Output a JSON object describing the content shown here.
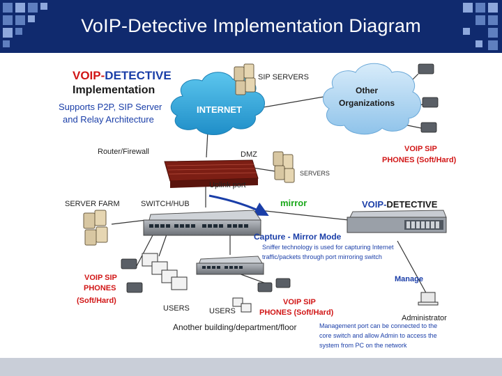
{
  "slide": {
    "title": "VoIP-Detective Implementation Diagram"
  },
  "diagram": {
    "product_title_a": "VOIP-",
    "product_title_b": "DETECTIVE",
    "product_subtitle": "Implementation",
    "supports_line1": "Supports  P2P, SIP Server",
    "supports_line2": "and Relay Architecture",
    "sip_servers": "SIP SERVERS",
    "internet": "INTERNET",
    "other_org_line1": "Other",
    "other_org_line2": "Organizations",
    "router_firewall": "Router/Firewall",
    "dmz": "DMZ",
    "servers": "SERVERS",
    "uplink_port": "Uplink port",
    "voip_sip_phones_right_line1": "VOIP SIP",
    "voip_sip_phones_right_line2": "PHONES (Soft/Hard)",
    "server_farm": "SERVER FARM",
    "switch_hub": "SWITCH/HUB",
    "mirror": "mirror",
    "voip_detective_a": "VOIP-",
    "voip_detective_b": "DETECTIVE",
    "capture_mode": "Capture - Mirror Mode",
    "sniffer_line1": "Sniffer technology is used for capturing Internet",
    "sniffer_line2": "traffic/packets through port  mirroring switch",
    "manage": "Manage",
    "voip_sip_phones_left_line1": "VOIP SIP",
    "voip_sip_phones_left_line2": "PHONES",
    "voip_sip_phones_left_line3": "(Soft/Hard)",
    "users_left": "USERS",
    "users_mid": "USERS",
    "voip_sip_phones_mid_line1": "VOIP SIP",
    "voip_sip_phones_mid_line2": "PHONES (Soft/Hard)",
    "another_building": "Another building/department/floor",
    "administrator": "Administrator",
    "mgmt_line1": "Management port can be connected to the",
    "mgmt_line2": "core switch and allow Admin to access the",
    "mgmt_line3": "system from PC on the network"
  },
  "colors": {
    "header_bg": "#102a6e",
    "accent_red": "#d11616",
    "accent_blue": "#1a3ea8",
    "cloud_blue": "#2aa6d8",
    "cloud_light": "#a9d4f0",
    "mirror_green": "#1aa81a"
  }
}
